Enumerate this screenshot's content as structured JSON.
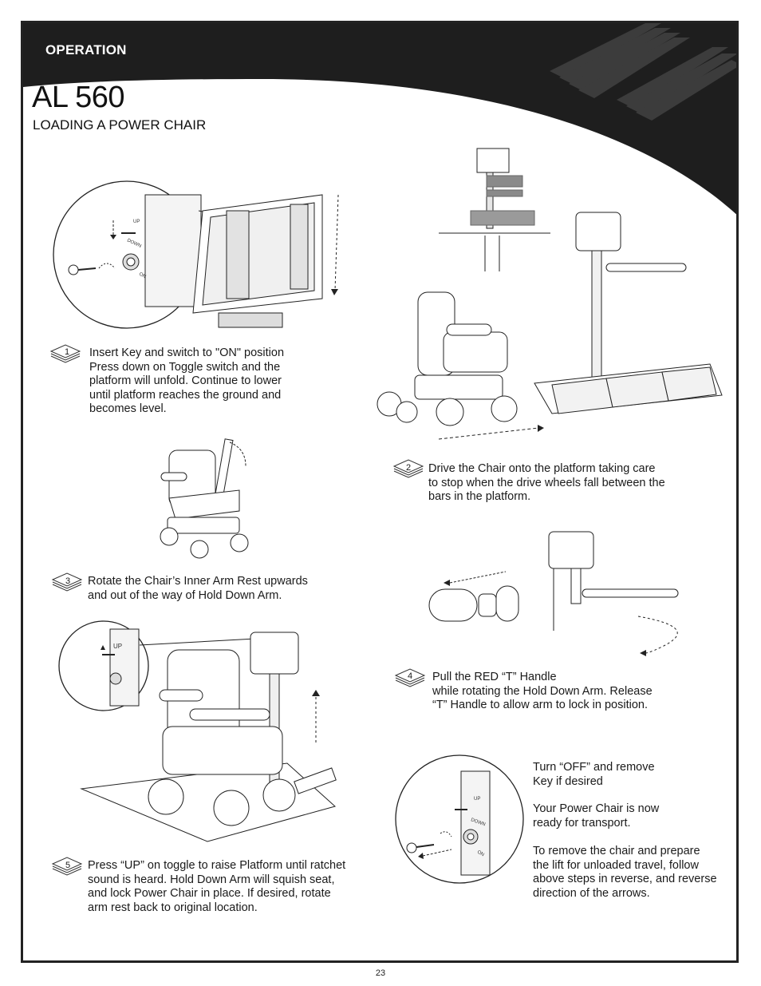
{
  "header": {
    "section": "OPERATION",
    "title": "AL 560",
    "subtitle": "LOADING A POWER CHAIR"
  },
  "steps": [
    {
      "number": "1",
      "text": "Insert Key and switch to \"ON\" position\nPress down on Toggle switch and the\nplatform will unfold. Continue to lower\nuntil platform reaches the ground and\nbecomes level."
    },
    {
      "number": "2",
      "text": "Drive the Chair onto the platform taking care\nto stop when the drive wheels fall between the\nbars in the platform."
    },
    {
      "number": "3",
      "text": "Rotate the Chair’s Inner Arm Rest upwards\nand out of the way of Hold Down Arm."
    },
    {
      "number": "4",
      "text": "Pull the RED “T” Handle\nwhile rotating the Hold Down Arm. Release\n“T” Handle to allow arm to lock in position."
    },
    {
      "number": "5",
      "text": "Press “UP” on toggle to raise Platform until ratchet\nsound is heard. Hold Down Arm will squish seat,\nand lock Power Chair in place. If desired, rotate\narm rest back to original location."
    }
  ],
  "final_note": {
    "line1": "Turn “OFF” and remove\nKey if desired",
    "line2": "Your Power Chair is now\nready for transport.",
    "line3": "To remove the chair and prepare\nthe lift for unloaded travel, follow\nabove steps in reverse, and reverse\ndirection of the arrows."
  },
  "switch_labels": {
    "up": "UP",
    "down": "DOWN",
    "on": "ON"
  },
  "page_number": "23",
  "colors": {
    "header": "#1e1e1e",
    "line": "#2a2a2a",
    "accent_gray": "#8a8a8a"
  }
}
